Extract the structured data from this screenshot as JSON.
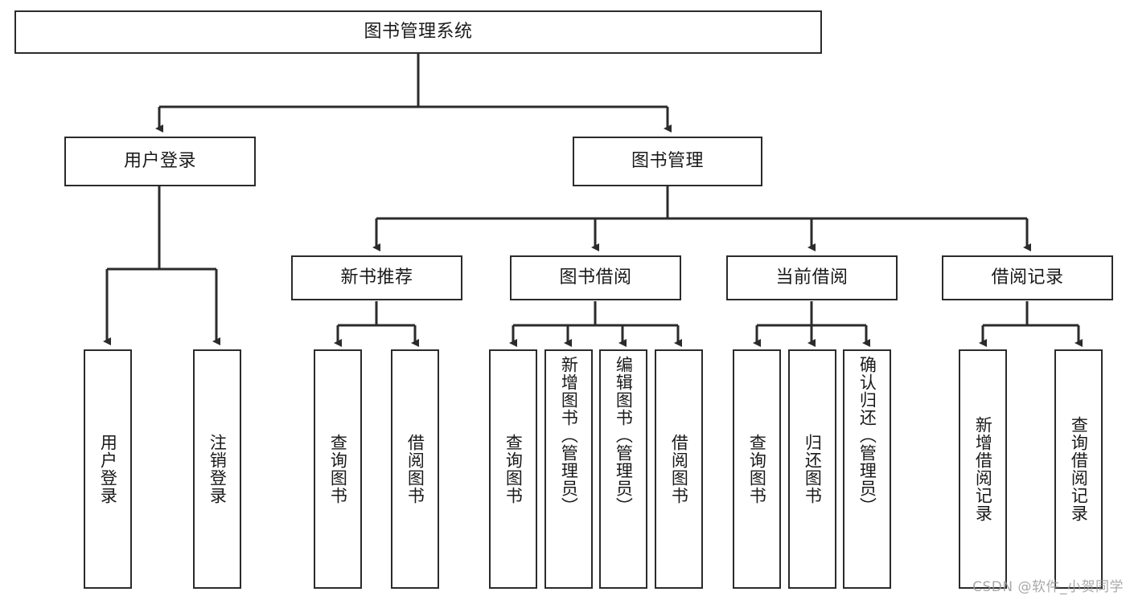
{
  "diagram": {
    "title_node": {
      "label": "图书管理系统"
    },
    "level2": [
      {
        "id": "user-login",
        "label": "用户登录"
      },
      {
        "id": "book-manage",
        "label": "图书管理"
      }
    ],
    "level3": [
      {
        "id": "new-book-recommend",
        "label": "新书推荐"
      },
      {
        "id": "book-borrow",
        "label": "图书借阅"
      },
      {
        "id": "current-borrow",
        "label": "当前借阅"
      },
      {
        "id": "borrow-record",
        "label": "借阅记录"
      }
    ],
    "leaves": [
      {
        "id": "leaf-user-login",
        "label": "用户登录",
        "parent": "user-login"
      },
      {
        "id": "leaf-logout-login",
        "label": "注销登录",
        "parent": "user-login"
      },
      {
        "id": "leaf-query-book-1",
        "label": "查询图书",
        "parent": "new-book-recommend"
      },
      {
        "id": "leaf-borrow-book-1",
        "label": "借阅图书",
        "parent": "new-book-recommend"
      },
      {
        "id": "leaf-query-book-2",
        "label": "查询图书",
        "parent": "book-borrow"
      },
      {
        "id": "leaf-add-book",
        "label": "新增图书（管理员）",
        "parent": "book-borrow"
      },
      {
        "id": "leaf-edit-book",
        "label": "编辑图书（管理员）",
        "parent": "book-borrow"
      },
      {
        "id": "leaf-borrow-book-2",
        "label": "借阅图书",
        "parent": "book-borrow"
      },
      {
        "id": "leaf-query-book-3",
        "label": "查询图书",
        "parent": "current-borrow"
      },
      {
        "id": "leaf-return-book",
        "label": "归还图书",
        "parent": "current-borrow"
      },
      {
        "id": "leaf-confirm-return",
        "label": "确认归还（管理员）",
        "parent": "current-borrow"
      },
      {
        "id": "leaf-add-record",
        "label": "新增借阅记录",
        "parent": "borrow-record"
      },
      {
        "id": "leaf-query-record",
        "label": "查询借阅记录",
        "parent": "borrow-record"
      }
    ],
    "watermark": "CSDN @软件_小贺同学",
    "colors": {
      "stroke": "#2b2b2b",
      "fill": "#ffffff",
      "text": "#1a1a1a",
      "watermark": "#9a9a9a"
    }
  }
}
